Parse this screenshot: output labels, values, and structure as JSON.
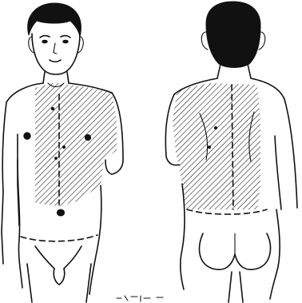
{
  "figure": {
    "panels": [
      {
        "view": "front",
        "shaded_region": "chest-upper-abdomen-left-side"
      },
      {
        "view": "back",
        "shaded_region": "upper-back"
      }
    ],
    "colors": {
      "ink": "#111111",
      "background": "#ffffff"
    }
  }
}
